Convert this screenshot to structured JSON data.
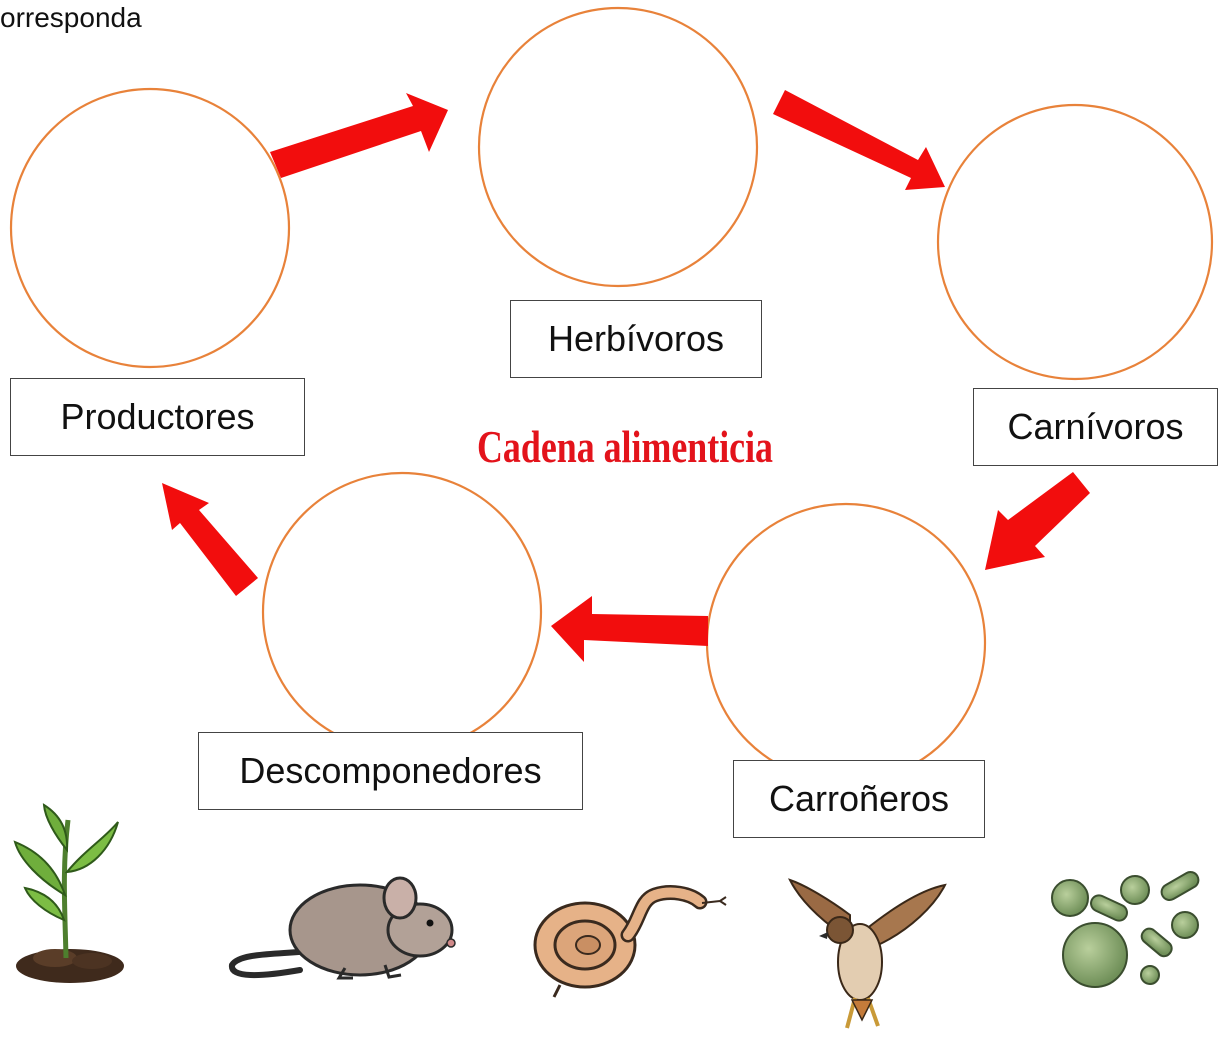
{
  "instruction_fragment": "orresponda",
  "title": "Cadena alimenticia",
  "labels": {
    "productores": "Productores",
    "herbivoros": "Herbívoros",
    "carnivoros": "Carnívoros",
    "carroneros": "Carroñeros",
    "descomponedores": "Descomponedores"
  },
  "colors": {
    "circle_stroke": "#e8823a",
    "arrow_fill": "#f20d0d",
    "title_color": "#e3131b",
    "box_border": "#444444"
  },
  "illustrations": [
    "sprout-plant-icon",
    "mouse-icon",
    "snake-icon",
    "hawk-icon",
    "bacteria-icon"
  ]
}
